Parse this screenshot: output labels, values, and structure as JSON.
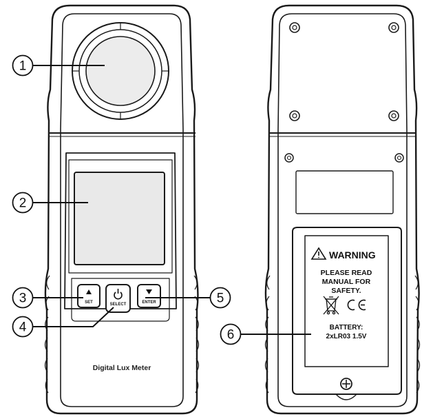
{
  "front": {
    "brand_label": "Digital Lux Meter",
    "buttons": {
      "set": "SET",
      "select": "SELECT",
      "enter": "ENTER"
    }
  },
  "back": {
    "warning_title": "WARNING",
    "warning_lines": [
      "PLEASE READ",
      "MANUAL FOR",
      "SAFETY."
    ],
    "battery_title": "BATTERY:",
    "battery_spec": "2xLR03  1.5V"
  },
  "callouts": [
    "1",
    "2",
    "3",
    "4",
    "5",
    "6"
  ],
  "icons": [
    "warning-triangle-icon",
    "weee-bin-icon",
    "ce-mark-icon",
    "power-icon",
    "arrow-up-icon",
    "arrow-down-icon",
    "screw-icon"
  ],
  "colors": {
    "outline": "#1a1a1a",
    "body_fill": "#ffffff",
    "lens": "#ececec",
    "lcd": "#e9e9e9"
  }
}
